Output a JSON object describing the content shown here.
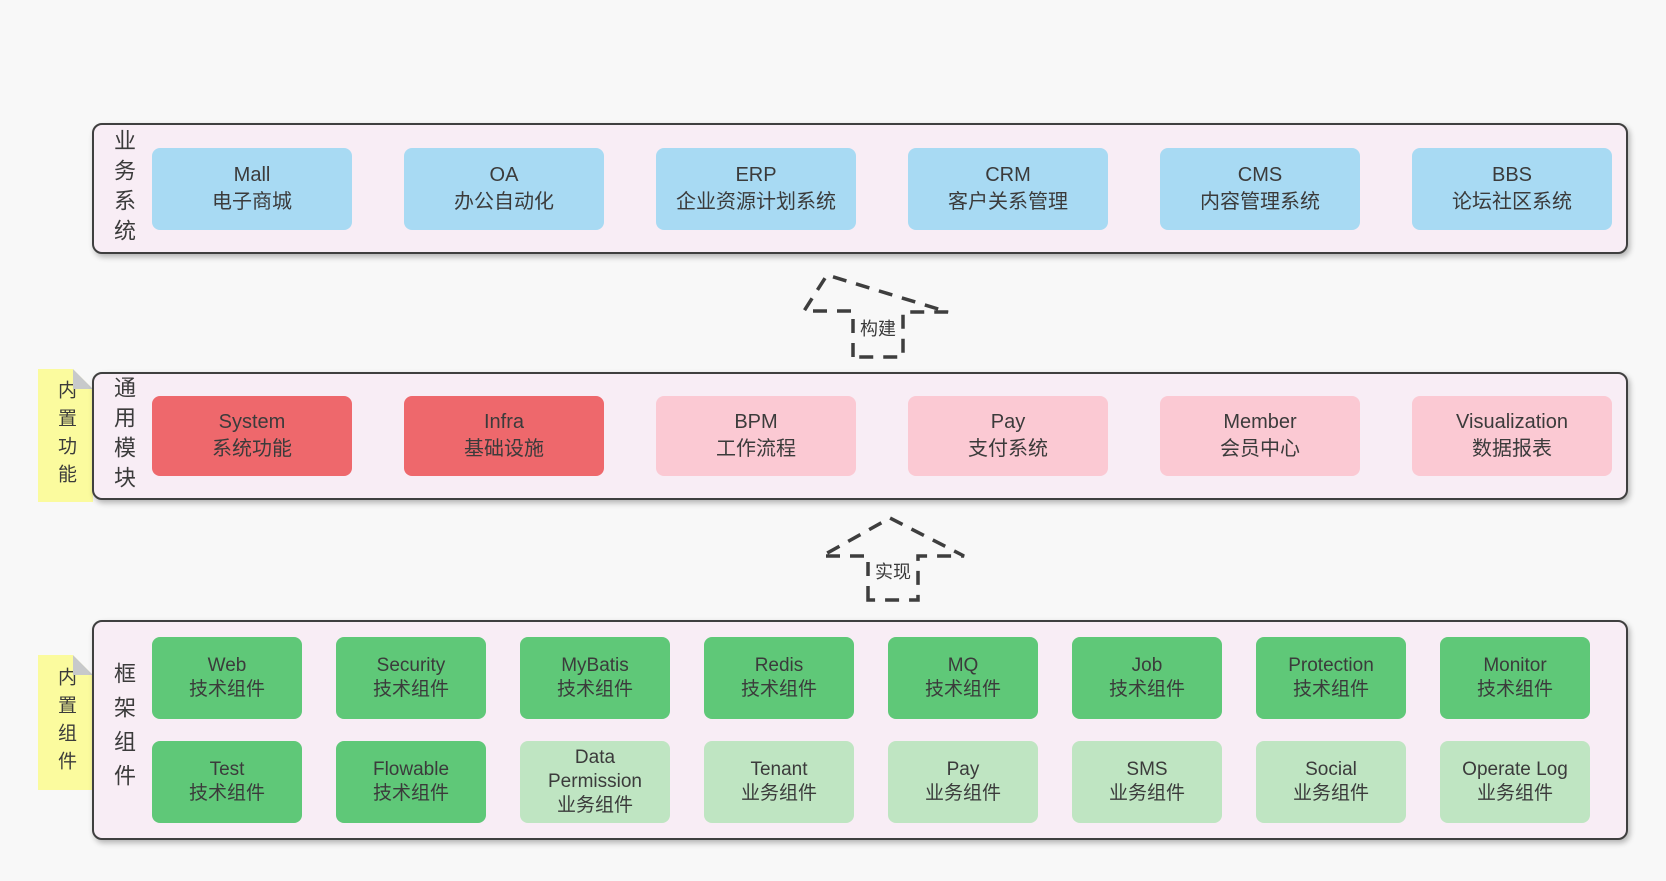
{
  "colors": {
    "page_bg": "#f8f8f8",
    "container_bg": "#f8edf5",
    "container_border": "#3f3f3f",
    "business_box": "#a8daf3",
    "core_module_box": "#ee686c",
    "extension_module_box": "#fbc9d3",
    "tech_component_box": "#5fc878",
    "biz_component_box": "#bfe5c2",
    "sticky_note": "#fbfb9e",
    "text": "#3b3b3b"
  },
  "arrows": [
    {
      "label": "构建"
    },
    {
      "label": "实现"
    }
  ],
  "layers": [
    {
      "label": "业务系统",
      "boxes": [
        {
          "title": "Mall",
          "subtitle": "电子商城"
        },
        {
          "title": "OA",
          "subtitle": "办公自动化"
        },
        {
          "title": "ERP",
          "subtitle": "企业资源计划系统"
        },
        {
          "title": "CRM",
          "subtitle": "客户关系管理"
        },
        {
          "title": "CMS",
          "subtitle": "内容管理系统"
        },
        {
          "title": "BBS",
          "subtitle": "论坛社区系统"
        }
      ]
    },
    {
      "label": "通用模块",
      "note": "内置功能",
      "boxes": [
        {
          "title": "System",
          "subtitle": "系统功能"
        },
        {
          "title": "Infra",
          "subtitle": "基础设施"
        },
        {
          "title": "BPM",
          "subtitle": "工作流程"
        },
        {
          "title": "Pay",
          "subtitle": "支付系统"
        },
        {
          "title": "Member",
          "subtitle": "会员中心"
        },
        {
          "title": "Visualization",
          "subtitle": "数据报表"
        }
      ]
    },
    {
      "label": "框架组件",
      "note": "内置组件",
      "boxes": [
        {
          "title": "Web",
          "subtitle": "技术组件"
        },
        {
          "title": "Security",
          "subtitle": "技术组件"
        },
        {
          "title": "MyBatis",
          "subtitle": "技术组件"
        },
        {
          "title": "Redis",
          "subtitle": "技术组件"
        },
        {
          "title": "MQ",
          "subtitle": "技术组件"
        },
        {
          "title": "Job",
          "subtitle": "技术组件"
        },
        {
          "title": "Protection",
          "subtitle": "技术组件"
        },
        {
          "title": "Monitor",
          "subtitle": "技术组件"
        },
        {
          "title": "Test",
          "subtitle": "技术组件"
        },
        {
          "title": "Flowable",
          "subtitle": "技术组件"
        },
        {
          "title": "Data\nPermission",
          "subtitle": "业务组件"
        },
        {
          "title": "Tenant",
          "subtitle": "业务组件"
        },
        {
          "title": "Pay",
          "subtitle": "业务组件"
        },
        {
          "title": "SMS",
          "subtitle": "业务组件"
        },
        {
          "title": "Social",
          "subtitle": "业务组件"
        },
        {
          "title": "Operate Log",
          "subtitle": "业务组件"
        }
      ]
    }
  ]
}
